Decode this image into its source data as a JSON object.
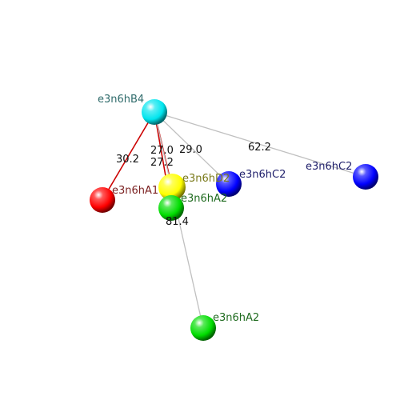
{
  "atoms": [
    {
      "id": "B4",
      "label": "e3n6hB4",
      "color": "#00e5ee",
      "label_color": "#2f6b6b"
    },
    {
      "id": "A1",
      "label": "e3n6hA1",
      "color": "#ff0000",
      "label_color": "#7a1f1f"
    },
    {
      "id": "D2",
      "label": "e3n6hD2",
      "color": "#ffff00",
      "label_color": "#7a7a1a"
    },
    {
      "id": "A2a",
      "label": "e3n6hA2",
      "color": "#00dd00",
      "label_color": "#1f6b1f"
    },
    {
      "id": "C2a",
      "label": "e3n6hC2",
      "color": "#0000ff",
      "label_color": "#1f1f6b"
    },
    {
      "id": "C2b",
      "label": "e3n6hC2",
      "color": "#0000ff",
      "label_color": "#1f1f6b"
    },
    {
      "id": "A2b",
      "label": "e3n6hA2",
      "color": "#00dd00",
      "label_color": "#1f6b1f"
    }
  ],
  "distances": [
    {
      "from": "B4",
      "to": "A1",
      "value": "30.2",
      "color": "#cc0000"
    },
    {
      "from": "B4",
      "to": "D2",
      "value": "27.0",
      "color": "#cc0000"
    },
    {
      "from": "B4",
      "to": "A2a",
      "value": "27.2",
      "color": "#cc0000"
    },
    {
      "from": "B4",
      "to": "C2a",
      "value": "29.0",
      "color": "#c0c0c0"
    },
    {
      "from": "B4",
      "to": "C2b",
      "value": "62.2",
      "color": "#c0c0c0"
    },
    {
      "from": "B4",
      "to": "A2b",
      "value": "81.4",
      "color": "#c0c0c0"
    }
  ]
}
